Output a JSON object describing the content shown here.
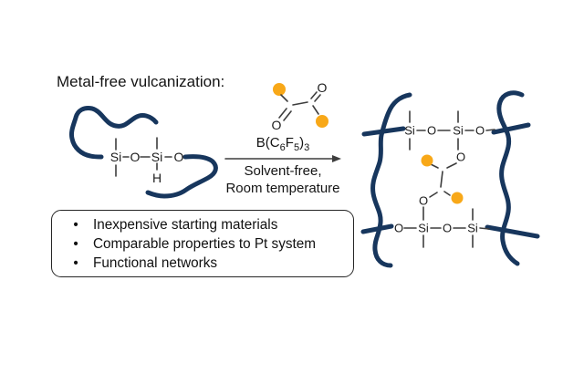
{
  "colors": {
    "navy": "#17365d",
    "orange": "#f8a818",
    "bond": "#3d3d3d",
    "ink": "#141414"
  },
  "title": "Metal-free vulcanization:",
  "atoms": {
    "si": "Si",
    "o": "O",
    "h": "H"
  },
  "reaction": {
    "reagent": {
      "p1": "B(C",
      "s1": "6",
      "p2": "F",
      "s2": "5",
      "p3": ")",
      "s3": "3"
    },
    "conditions": [
      "Solvent-free,",
      "Room temperature"
    ]
  },
  "box": {
    "bullet_char": "•",
    "bullets": [
      "Inexpensive starting materials",
      "Comparable properties to Pt system",
      "Functional networks"
    ]
  }
}
